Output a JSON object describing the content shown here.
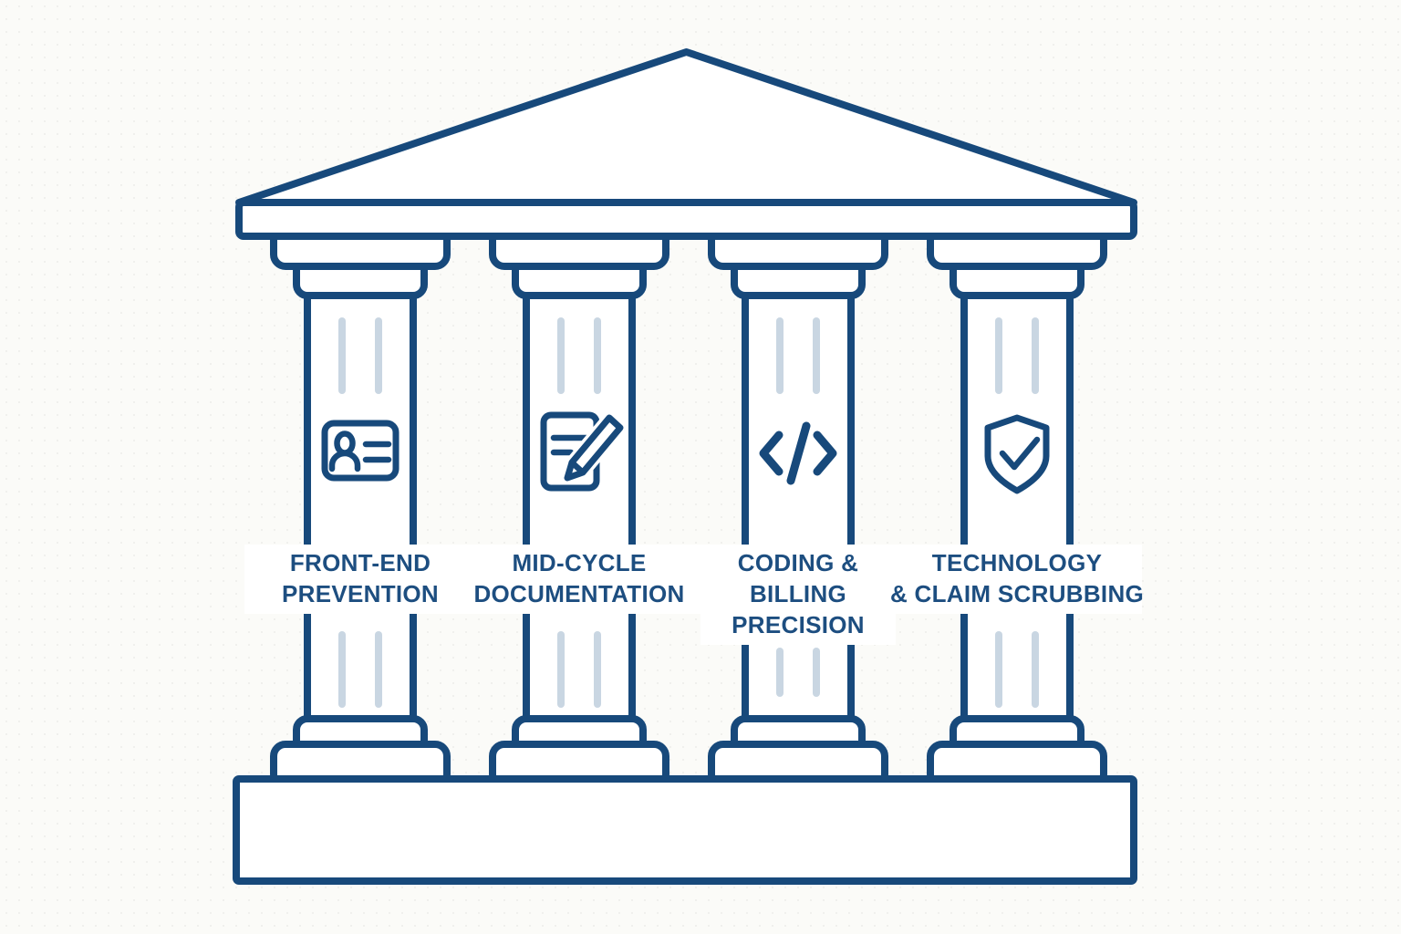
{
  "diagram": {
    "type": "four-pillars-temple-infographic",
    "colors": {
      "outline": "#17497B",
      "text": "#1D4E80",
      "flute": "#C9D6E2",
      "fill": "#FFFFFF",
      "bg": "#FBFBF8"
    },
    "pillars": [
      {
        "name": "front-end-prevention",
        "icon": "id-card-icon",
        "label_lines": [
          "FRONT-END",
          "PREVENTION"
        ]
      },
      {
        "name": "mid-cycle-documentation",
        "icon": "document-edit-icon",
        "label_lines": [
          "MID-CYCLE",
          "DOCUMENTATION"
        ]
      },
      {
        "name": "coding-billing-precision",
        "icon": "code-icon",
        "label_lines": [
          "CODING &",
          "BILLING",
          "PRECISION"
        ]
      },
      {
        "name": "technology-claim-scrubbing",
        "icon": "shield-check-icon",
        "label_lines": [
          "TECHNOLOGY",
          "& CLAIM SCRUBBING"
        ]
      }
    ]
  }
}
